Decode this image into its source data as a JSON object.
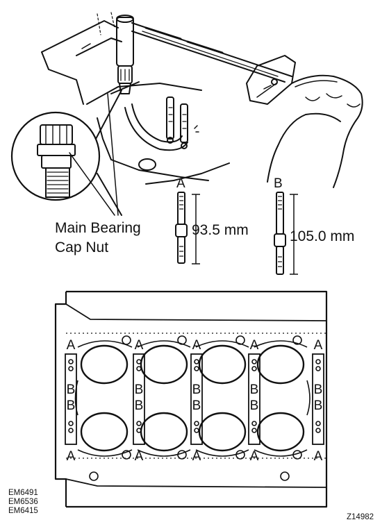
{
  "callout": {
    "line1": "Main Bearing",
    "line2": "Cap Nut"
  },
  "bolt_a": {
    "letter": "A",
    "length": "93.5 mm"
  },
  "bolt_b": {
    "letter": "B",
    "length": "105.0 mm"
  },
  "block_marks": {
    "top": [
      "A",
      "A",
      "A",
      "A",
      "A"
    ],
    "mid1": [
      "B",
      "B",
      "B",
      "B",
      "B"
    ],
    "mid2": [
      "B",
      "B",
      "B",
      "B",
      "B"
    ],
    "bottom": [
      "A",
      "A",
      "A",
      "A",
      "A"
    ]
  },
  "refs": [
    "EM6491",
    "EM6536",
    "EM6415"
  ],
  "figure_id": "Z14982"
}
